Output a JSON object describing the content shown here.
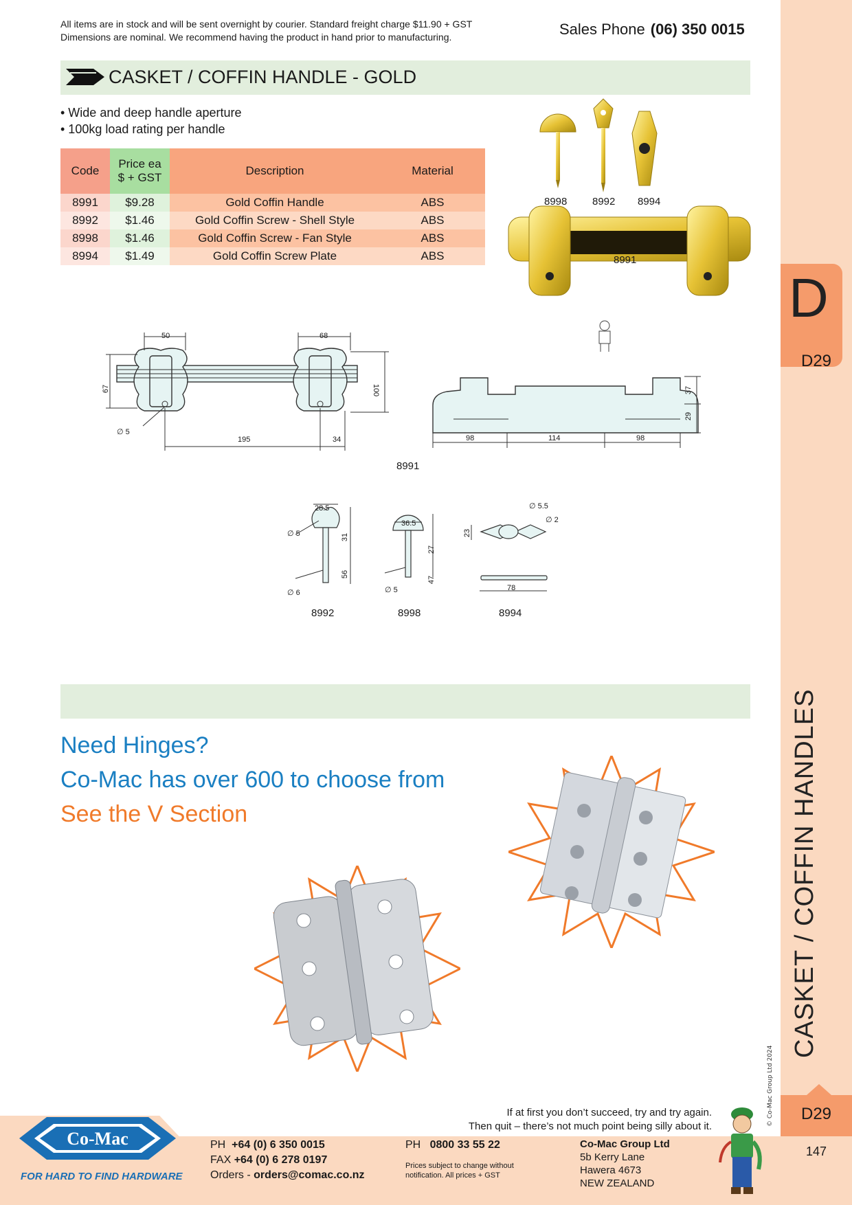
{
  "header": {
    "note_line1": "All items are in stock and will be sent overnight by courier. Standard freight charge $11.90 + GST",
    "note_line2": "Dimensions are nominal. We recommend having the product in hand prior to manufacturing.",
    "sales_label": "Sales Phone",
    "sales_number": "(06) 350 0015"
  },
  "section": {
    "title": "CASKET / COFFIN HANDLE - GOLD"
  },
  "bullets": [
    "• Wide and deep handle aperture",
    "• 100kg load rating per handle"
  ],
  "table": {
    "headers": {
      "code": "Code",
      "price_line1": "Price ea",
      "price_line2": "$ + GST",
      "description": "Description",
      "material": "Material"
    },
    "rows": [
      {
        "code": "8991",
        "price": "$9.28",
        "description": "Gold Coffin Handle",
        "material": "ABS"
      },
      {
        "code": "8992",
        "price": "$1.46",
        "description": "Gold Coffin Screw - Shell Style",
        "material": "ABS"
      },
      {
        "code": "8998",
        "price": "$1.46",
        "description": "Gold Coffin Screw - Fan Style",
        "material": "ABS"
      },
      {
        "code": "8994",
        "price": "$1.49",
        "description": "Gold Coffin Screw Plate",
        "material": "ABS"
      }
    ]
  },
  "photo_labels": {
    "a": "8998",
    "b": "8992",
    "c": "8994",
    "handle": "8991"
  },
  "drawing_labels": {
    "handle": "8991",
    "screw_shell": "8992",
    "screw_fan": "8998",
    "plate": "8994",
    "dims": {
      "d50": "50",
      "d68": "68",
      "d67": "67",
      "d100": "100",
      "dia5": "∅ 5",
      "d195": "195",
      "d34": "34",
      "d98a": "98",
      "d114": "114",
      "d98b": "98",
      "d37": "37",
      "d29": "29",
      "d28_5": "28.5",
      "d31": "31",
      "d56": "56",
      "dia6": "∅ 6",
      "dia5b": "∅ 5",
      "d36_5": "36.5",
      "d27": "27",
      "d47": "47",
      "dia5c": "∅ 5",
      "dia5_5": "∅ 5.5",
      "dia2": "∅ 2",
      "d23": "23",
      "d78": "78"
    }
  },
  "promo": {
    "line1": "Need Hinges?",
    "line2": "Co-Mac has over 600 to choose from",
    "line3": "See the V Section"
  },
  "sidebar": {
    "letter": "D",
    "code_top": "D29",
    "vertical_title": "CASKET / COFFIN HANDLES",
    "copyright": "© Co-Mac Group Ltd 2024",
    "code_bottom": "D29",
    "page_number": "147"
  },
  "footer": {
    "quote_line1": "If at first you don’t succeed, try and try again.",
    "quote_line2": "Then quit – there’s not much point being silly about it.",
    "logo_text": "Co-Mac",
    "tagline": "FOR HARD TO FIND HARDWARE",
    "ph_label": "PH",
    "ph": "+64 (0) 6 350 0015",
    "fax_label": "FAX",
    "fax": "+64 (0) 6 278 0197",
    "orders_label": "Orders -",
    "orders": "orders@comac.co.nz",
    "ph2_label": "PH",
    "ph2": "0800 33 55 22",
    "price_note1": "Prices subject to change without",
    "price_note2": "notification. All prices + GST",
    "company": "Co-Mac Group Ltd",
    "addr1": "5b Kerry Lane",
    "addr2": "Hawera 4673",
    "addr3": "NEW ZEALAND"
  },
  "colors": {
    "promo_blue": "#1a7fc2",
    "promo_orange": "#f07a2a",
    "section_green": "#e2eedd",
    "sidebar_peach": "#fbd9c0",
    "tab_orange": "#f59b6b",
    "logo_blue": "#1a6fb5",
    "gold": "#e6c235"
  }
}
